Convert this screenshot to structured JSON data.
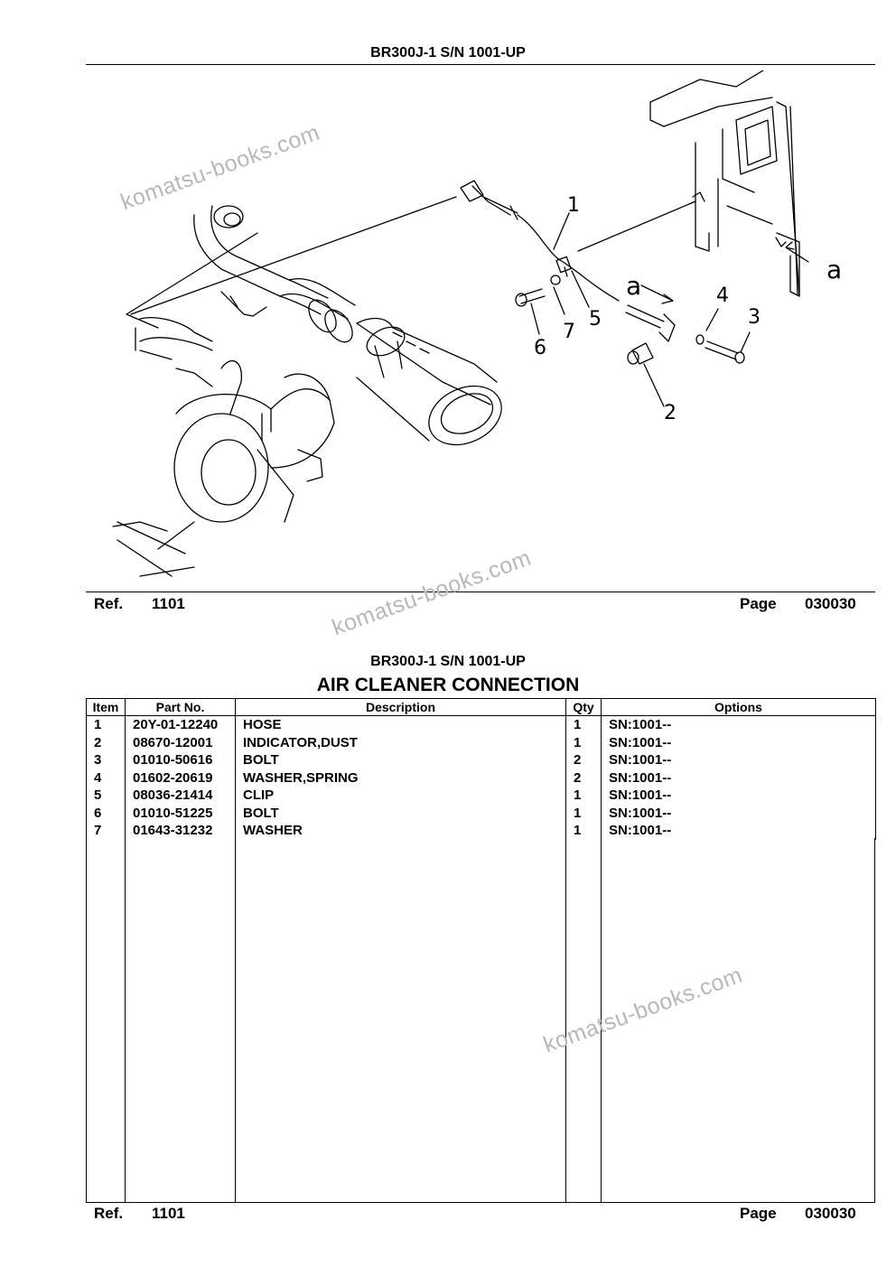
{
  "top": {
    "header": "BR300J-1 S/N 1001-UP",
    "callouts": {
      "c1": "1",
      "c2": "2",
      "c3": "3",
      "c4": "4",
      "c5": "5",
      "c6": "6",
      "c7": "7",
      "a_left": "a",
      "a_right": "a"
    },
    "footer": {
      "ref_label": "Ref.",
      "ref_value": "1101",
      "page_label": "Page",
      "page_value": "030030"
    }
  },
  "bottom": {
    "header": "BR300J-1 S/N 1001-UP",
    "title": "AIR CLEANER CONNECTION",
    "columns": [
      "Item",
      "Part No.",
      "Description",
      "Qty",
      "Options"
    ],
    "rows": [
      {
        "item": "1",
        "part_no": "20Y-01-12240",
        "description": "HOSE",
        "qty": "1",
        "options": "SN:1001--"
      },
      {
        "item": "2",
        "part_no": "08670-12001",
        "description": "INDICATOR,DUST",
        "qty": "1",
        "options": "SN:1001--"
      },
      {
        "item": "3",
        "part_no": "01010-50616",
        "description": "BOLT",
        "qty": "2",
        "options": "SN:1001--"
      },
      {
        "item": "4",
        "part_no": "01602-20619",
        "description": "WASHER,SPRING",
        "qty": "2",
        "options": "SN:1001--"
      },
      {
        "item": "5",
        "part_no": "08036-21414",
        "description": "CLIP",
        "qty": "1",
        "options": "SN:1001--"
      },
      {
        "item": "6",
        "part_no": "01010-51225",
        "description": "BOLT",
        "qty": "1",
        "options": "SN:1001--"
      },
      {
        "item": "7",
        "part_no": "01643-31232",
        "description": "WASHER",
        "qty": "1",
        "options": "SN:1001--"
      }
    ],
    "footer": {
      "ref_label": "Ref.",
      "ref_value": "1101",
      "page_label": "Page",
      "page_value": "030030"
    }
  },
  "watermark": "komatsu-books.com"
}
